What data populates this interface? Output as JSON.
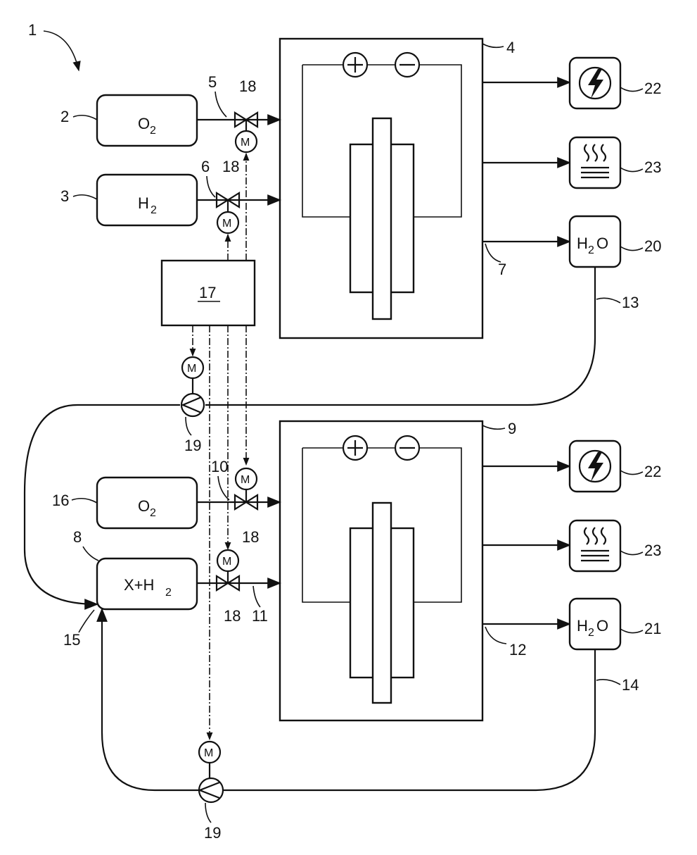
{
  "diagram": {
    "ref_system": "1",
    "tanks": {
      "o2_top": {
        "ref": "2",
        "formula": "O",
        "sub": "2"
      },
      "h2_top": {
        "ref": "3",
        "formula": "H",
        "sub": "2"
      },
      "o2_bottom": {
        "ref": "16",
        "formula": "O",
        "sub": "2"
      },
      "xh2": {
        "ref": "8",
        "formula": "X+H",
        "sub": "2"
      }
    },
    "controller": {
      "ref": "17"
    },
    "cells": {
      "top": {
        "ref": "4",
        "plus": "+",
        "minus": "−"
      },
      "bottom": {
        "ref": "9",
        "plus": "+",
        "minus": "−"
      }
    },
    "outputs": {
      "power_top": {
        "ref": "22"
      },
      "heat_top": {
        "ref": "23"
      },
      "water_top": {
        "ref": "20",
        "formula": "H",
        "sub": "2",
        "tail": "O"
      },
      "power_bottom": {
        "ref": "22"
      },
      "heat_bottom": {
        "ref": "23"
      },
      "water_bottom": {
        "ref": "21",
        "formula": "H",
        "sub": "2",
        "tail": "O"
      }
    },
    "lines": {
      "l5": "5",
      "l6": "6",
      "l7": "7",
      "l10": "10",
      "l11": "11",
      "l12": "12",
      "l13": "13",
      "l14": "14",
      "l15": "15"
    },
    "valves": {
      "v_a": "18",
      "v_b": "18",
      "v_c": "18",
      "v_d": "18"
    },
    "pumps": {
      "p_top": "19",
      "p_bottom": "19"
    },
    "motor_label": "M",
    "icons": [
      "power-output-icon",
      "heat-output-icon",
      "valve-icon",
      "motor-icon",
      "pump-icon"
    ]
  }
}
